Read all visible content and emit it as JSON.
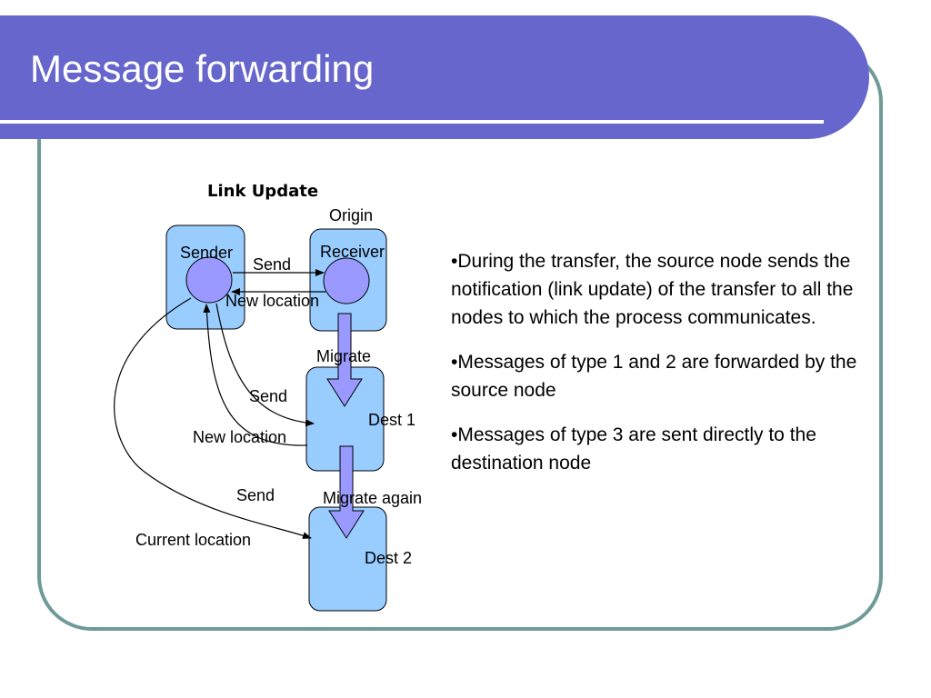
{
  "slide": {
    "title": "Message forwarding",
    "accent_color": "#6666cc",
    "frame_color": "#6f9a98"
  },
  "diagram": {
    "heading": "Link Update",
    "origin_label": "Origin",
    "sender_label": "Sender",
    "receiver_label": "Receiver",
    "send_1": "Send",
    "new_location_1": "New location",
    "migrate_label": "Migrate",
    "send_2": "Send",
    "dest1_label": "Dest 1",
    "new_location_2": "New location",
    "send_3": "Send",
    "migrate_again_label": "Migrate again",
    "current_location_label": "Current location",
    "dest2_label": "Dest 2",
    "box_fill": "#99ccff",
    "node_fill": "#9999ff",
    "arrow_fill": "#9999ff"
  },
  "bullets": [
    "•During the transfer, the source node sends the notification (link update) of the transfer to all the nodes to which the process communicates.",
    "•Messages of type 1 and 2 are forwarded by the source node",
    "•Messages of type 3 are sent directly to the destination node"
  ]
}
